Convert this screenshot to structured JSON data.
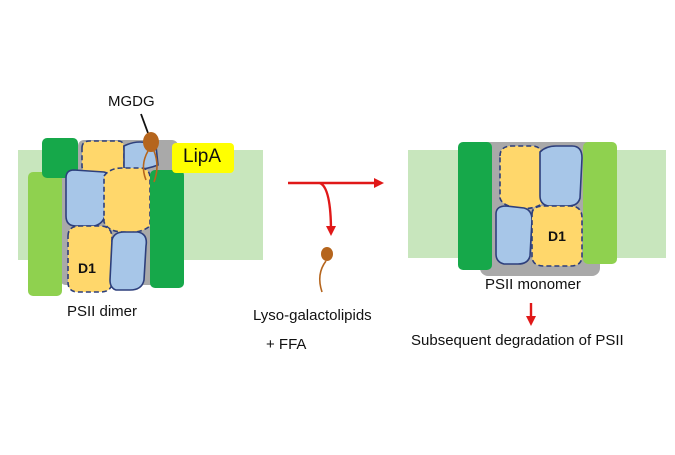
{
  "diagram": {
    "labels": {
      "mgdg": "MGDG",
      "lipa": "LipA",
      "d1_left": "D1",
      "d1_right": "D1",
      "psii_dimer": "PSII dimer",
      "psii_monomer": "PSII monomer",
      "lyso": "Lyso-galactolipids",
      "ffa": "+ FFA",
      "degradation": "Subsequent degradation of PSII"
    },
    "colors": {
      "membrane": "#c8e6bd",
      "dark_green": "#16a84a",
      "light_green": "#8fd14f",
      "core_gray": "#a9a9a9",
      "yellow": "#ffd76b",
      "blue": "#a7c6e8",
      "outline_navy": "#2d3f7c",
      "lipid": "#b5651d",
      "lipa_box": "#ffff00",
      "arrow_red": "#e01818"
    }
  }
}
